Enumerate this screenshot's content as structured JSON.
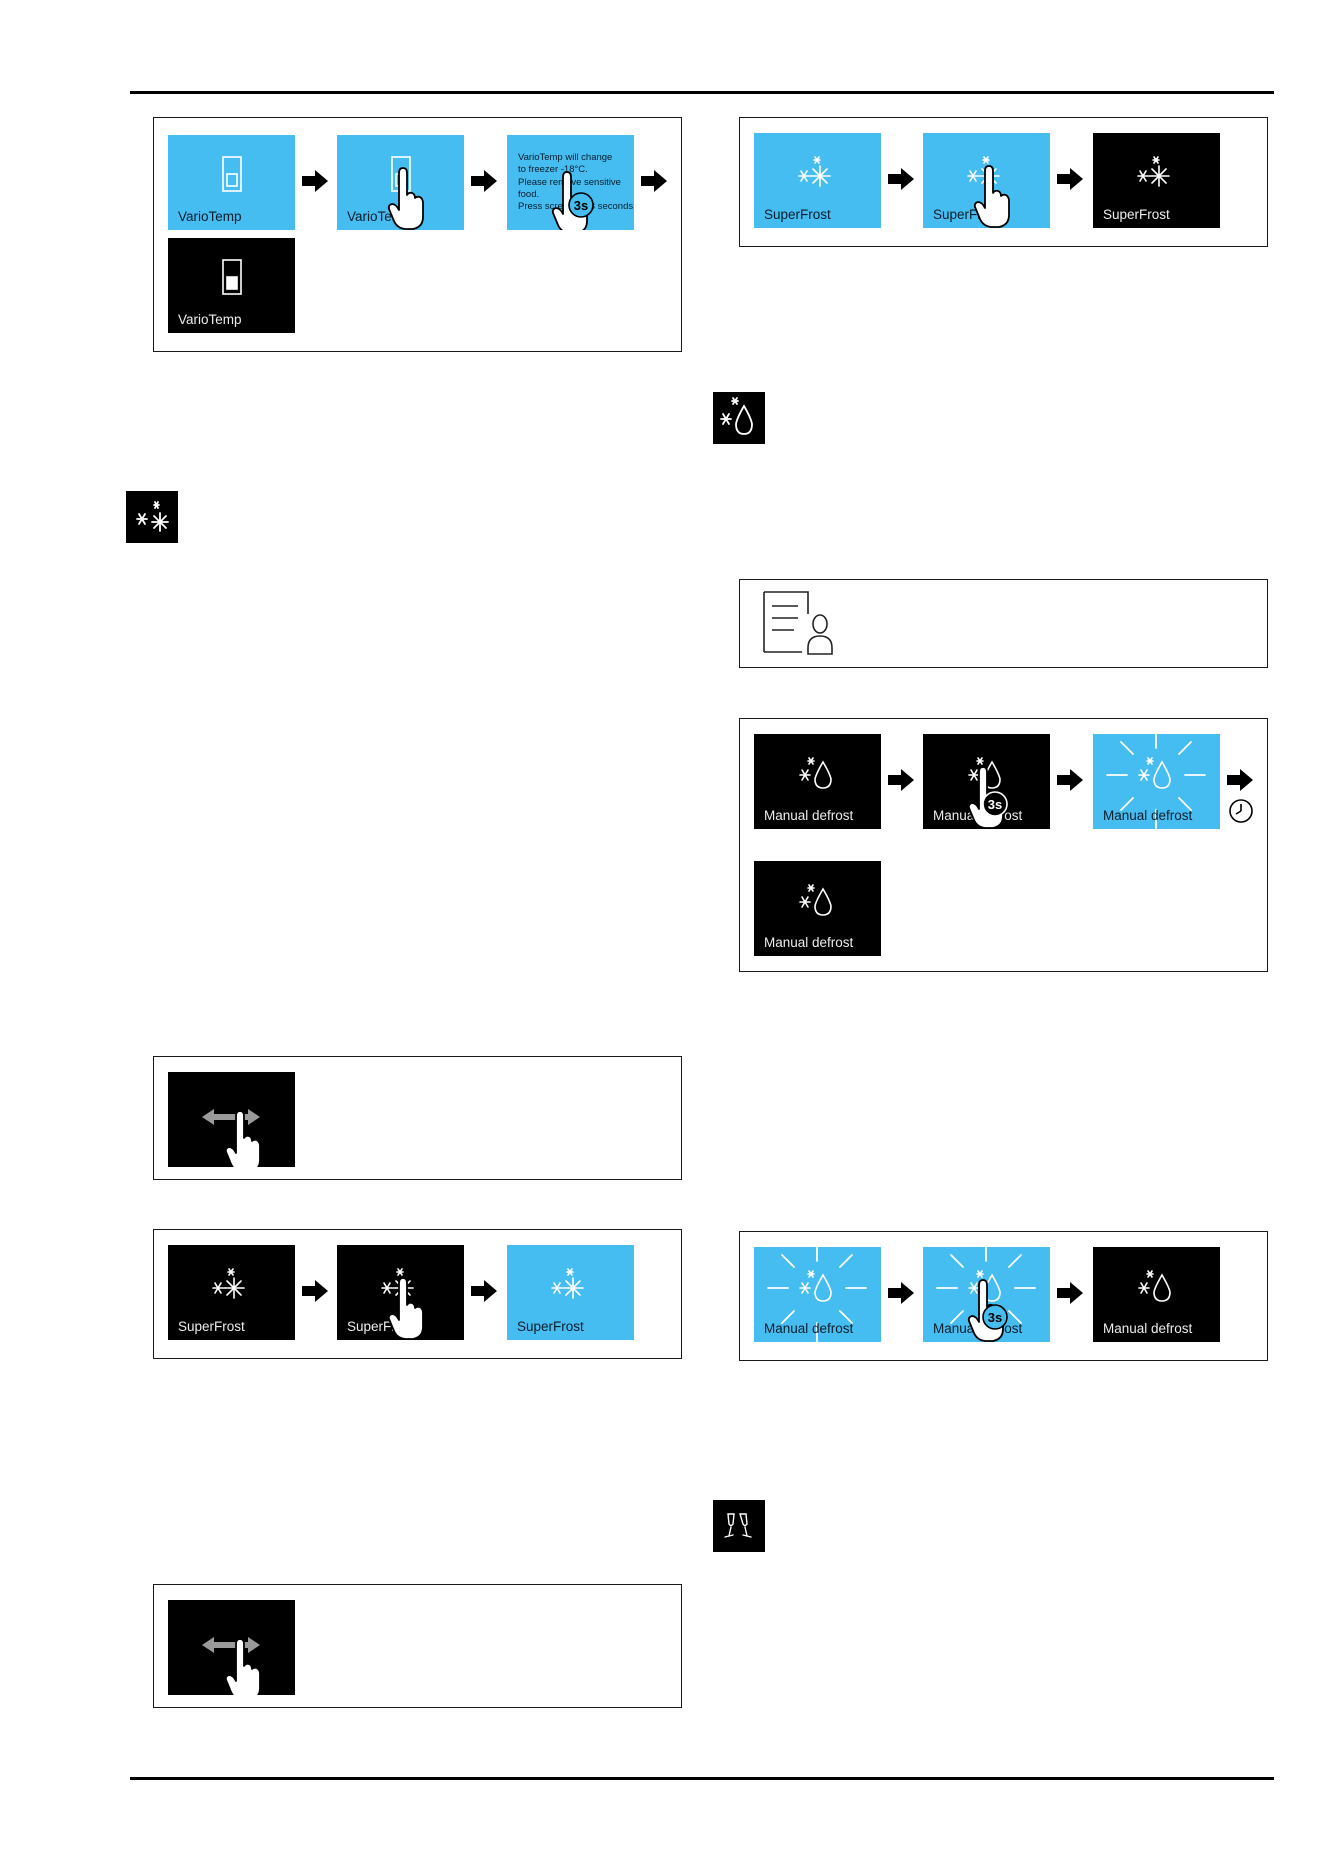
{
  "labels": {
    "vario_temp": "VarioTemp",
    "super_frost": "SuperFrost",
    "manual_defrost": "Manual defrost",
    "vario_message": "VarioTemp will change\nto freezer -18°C.\nPlease remove sensitive\nfood.\nPress screen for 3 seconds.",
    "press_duration": "3s"
  },
  "icons": {
    "arrow": "right-arrow-icon",
    "hand": "tap-hand-icon",
    "swipe": "swipe-left-right-icon",
    "superfrost": "superfrost-snowflake-icon",
    "defrost": "defrost-drop-icon",
    "vario_temp": "vario-temp-compartment-icon",
    "customer_service": "customer-service-icon",
    "timer": "clock-icon",
    "party": "party-glasses-icon"
  },
  "colors": {
    "screen_active": "#45bdf1",
    "screen_inactive": "#000000"
  }
}
